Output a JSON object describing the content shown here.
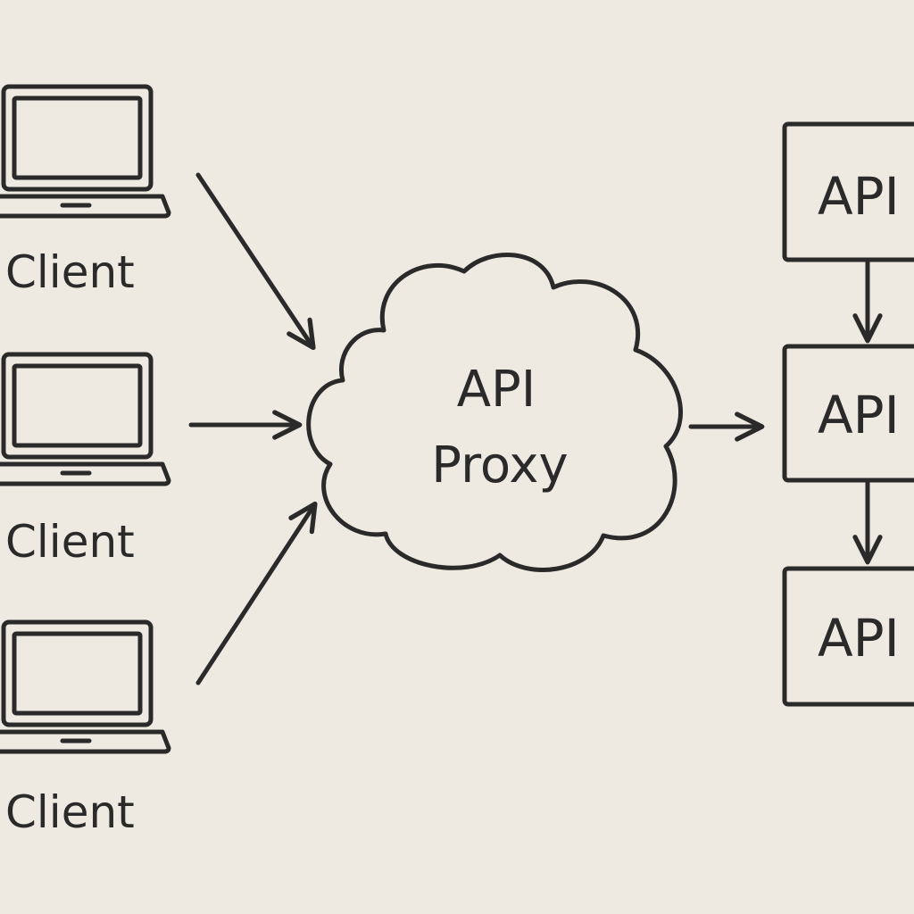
{
  "diagram": {
    "clients": [
      {
        "label": "Client"
      },
      {
        "label": "Client"
      },
      {
        "label": "Client"
      }
    ],
    "proxy": {
      "line1": "API",
      "line2": "Proxy"
    },
    "apis": [
      {
        "label": "API"
      },
      {
        "label": "API"
      },
      {
        "label": "API"
      }
    ],
    "colors": {
      "ink": "#2a2a2a",
      "paper": "#eeeae1"
    },
    "icons": {
      "client": "laptop-icon"
    }
  }
}
